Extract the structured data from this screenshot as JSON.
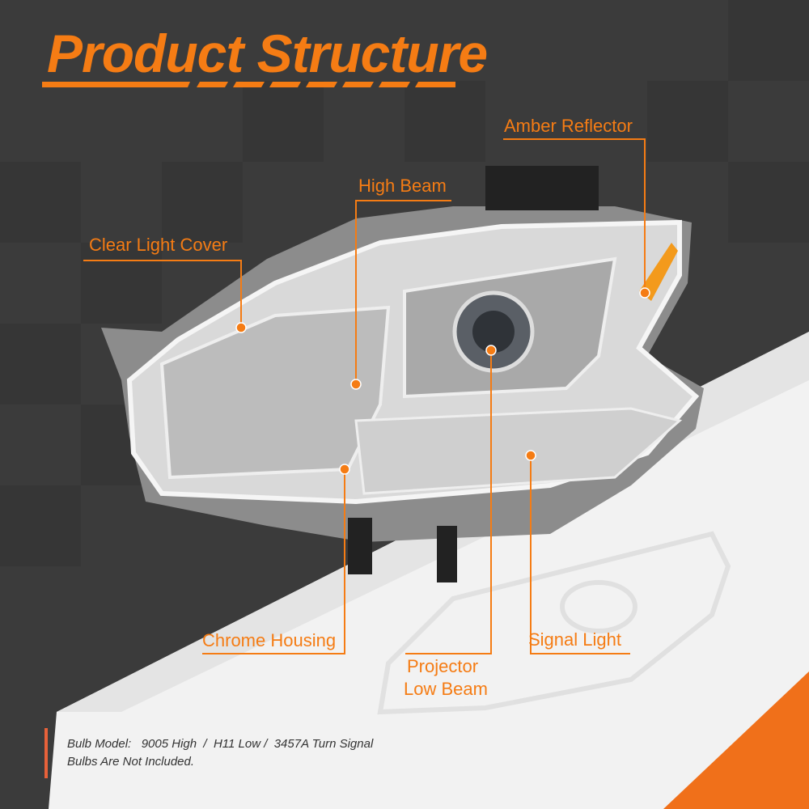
{
  "title": "Product Structure",
  "labels": {
    "amber_reflector": "Amber Reflector",
    "high_beam": "High Beam",
    "clear_light_cover": "Clear Light Cover",
    "chrome_housing": "Chrome Housing",
    "projector_low_beam_1": "Projector",
    "projector_low_beam_2": "Low Beam",
    "signal_light": "Signal Light"
  },
  "note": {
    "line1": "Bulb Model:   9005 High  /  H11 Low /  3457A Turn Signal",
    "line2": "Bulbs Are Not Included."
  },
  "colors": {
    "accent": "#f57c14",
    "background": "#3b3b3b",
    "amber": "#f39a1c"
  }
}
